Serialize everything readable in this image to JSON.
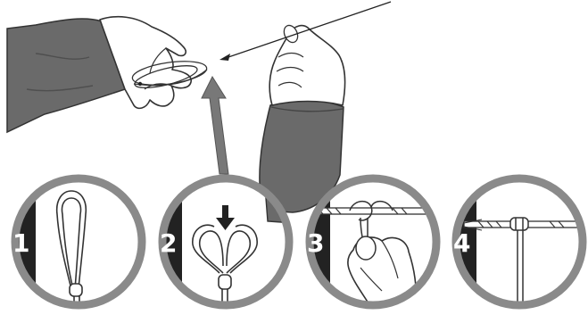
{
  "diagram": {
    "colors": {
      "sleeve": "#6a6a6a",
      "sleeve_dark": "#555555",
      "arrow": "#787878",
      "ring": "#8a8a8a",
      "ring_bg": "#ffffff",
      "tab": "#222222",
      "line": "#333333",
      "rope": "#f4f4f4"
    },
    "steps": [
      {
        "number": "1",
        "content": "single-loop-with-knot"
      },
      {
        "number": "2",
        "content": "two-loops-with-down-arrow"
      },
      {
        "number": "3",
        "content": "hand-pulling-loop-on-line"
      },
      {
        "number": "4",
        "content": "tied-knot-on-line"
      }
    ]
  }
}
